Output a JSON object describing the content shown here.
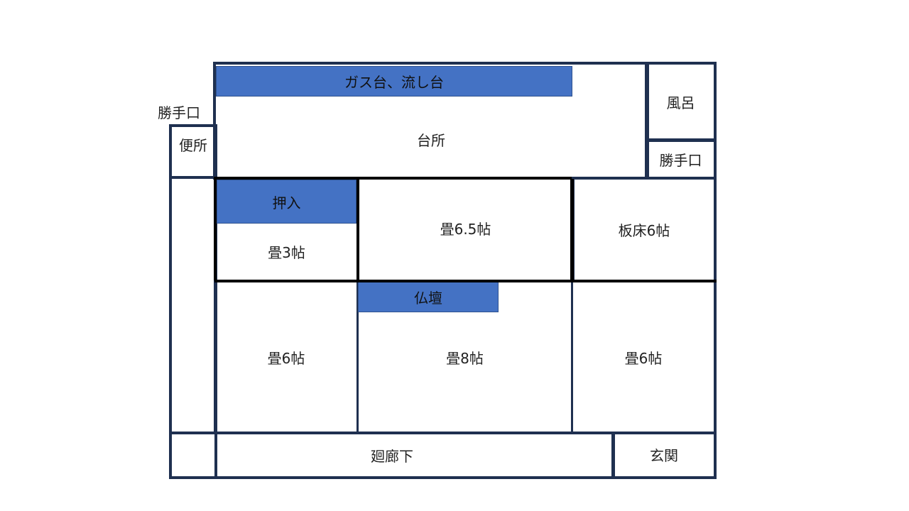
{
  "floorplan": {
    "kitchen": "台所",
    "gas_sink": "ガス台、流し台",
    "bath": "風呂",
    "back_door_right": "勝手口",
    "back_door_left": "勝手口",
    "toilet": "便所",
    "closet": "押入",
    "tatami3": "畳3帖",
    "tatami65": "畳6.5帖",
    "wood6": "板床6帖",
    "tatami6_left": "畳6帖",
    "altar": "仏壇",
    "tatami8": "畳8帖",
    "tatami6_right": "畳6帖",
    "corridor": "廻廊下",
    "entrance": "玄関"
  },
  "colors": {
    "wall": "#1f3050",
    "fixture": "#4472c4"
  }
}
